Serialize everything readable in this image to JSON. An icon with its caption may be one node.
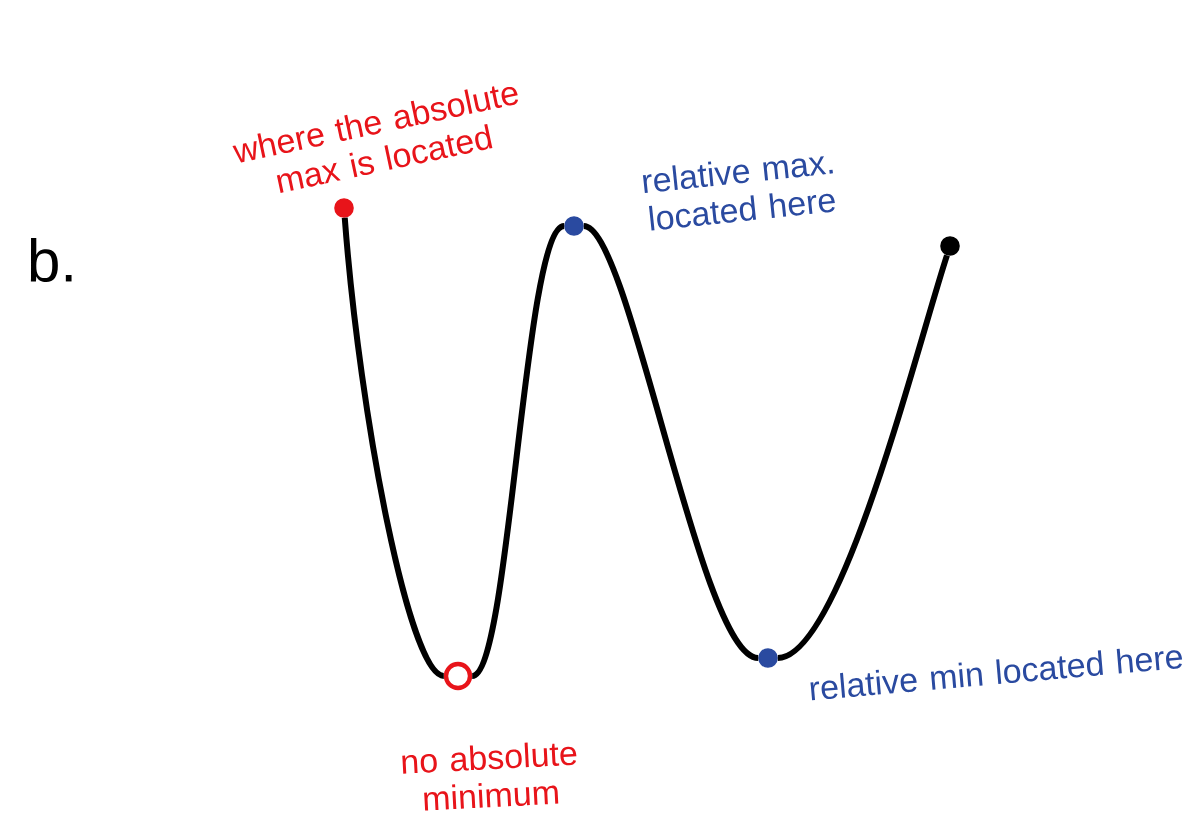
{
  "diagram": {
    "nodes": [
      {
        "text": [],
        "shape": "circle",
        "beside": [
          "where the absolute max is located"
        ]
      },
      {
        "text": [],
        "shape": "circle",
        "beside": [
          "no absolute minimum"
        ]
      },
      {
        "text": [],
        "shape": "circle",
        "beside": [
          "relative max. located here"
        ]
      },
      {
        "text": [],
        "shape": "circle",
        "beside": [
          "relative min located here"
        ]
      },
      {
        "text": [],
        "shape": "circle"
      }
    ],
    "edges": [
      {
        "from": 0,
        "to": 1,
        "arrow": "none"
      },
      {
        "from": 1,
        "to": 2,
        "arrow": "none"
      },
      {
        "from": 2,
        "to": 3,
        "arrow": "none"
      },
      {
        "from": 3,
        "to": 4,
        "arrow": "none"
      }
    ],
    "labels": [
      "b."
    ]
  }
}
